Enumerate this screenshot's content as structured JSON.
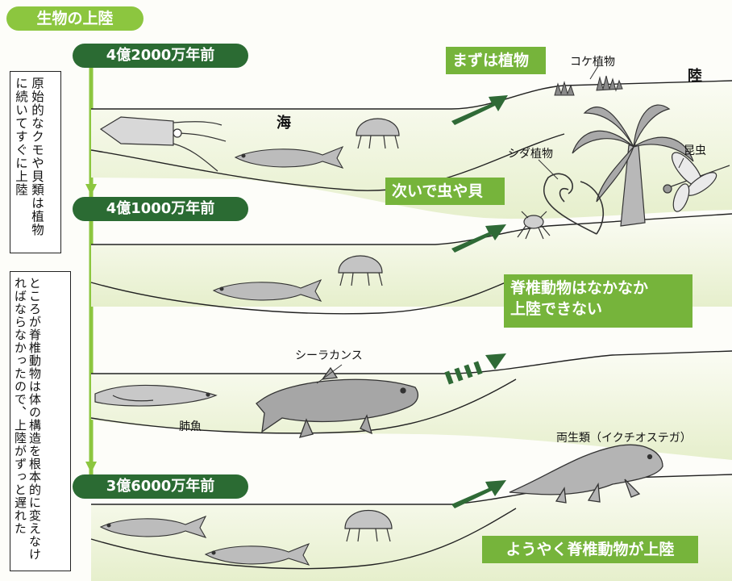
{
  "title": "生物の上陸",
  "eras": [
    "4億2000万年前",
    "4億1000万年前",
    "3億6000万年前"
  ],
  "notes": {
    "note1": "原始的なクモや貝類は植物に続いてすぐに上陸",
    "note2": "ところが脊椎動物は体の構造を根本的に変えなければならなかったので、上陸がずっと遅れた"
  },
  "callouts": {
    "plants_first": "まずは植物",
    "insects_shells": "次いで虫や貝",
    "vertebrates_line1": "脊椎動物はなかなか",
    "vertebrates_line2": "上陸できない",
    "finally": "ようやく脊椎動物が上陸"
  },
  "labels": {
    "sea": "海",
    "land": "陸",
    "moss": "コケ植物",
    "fern": "シダ植物",
    "insect": "昆虫",
    "coelacanth": "シーラカンス",
    "lungfish": "肺魚",
    "amphibian": "両生類（イクチオステガ）"
  },
  "colors": {
    "dark_green": "#2b6b33",
    "light_green": "#76b43b",
    "title_green": "#8cc63f",
    "sea_tint": "#eef4dc",
    "arrow_green": "#2f6a36"
  }
}
